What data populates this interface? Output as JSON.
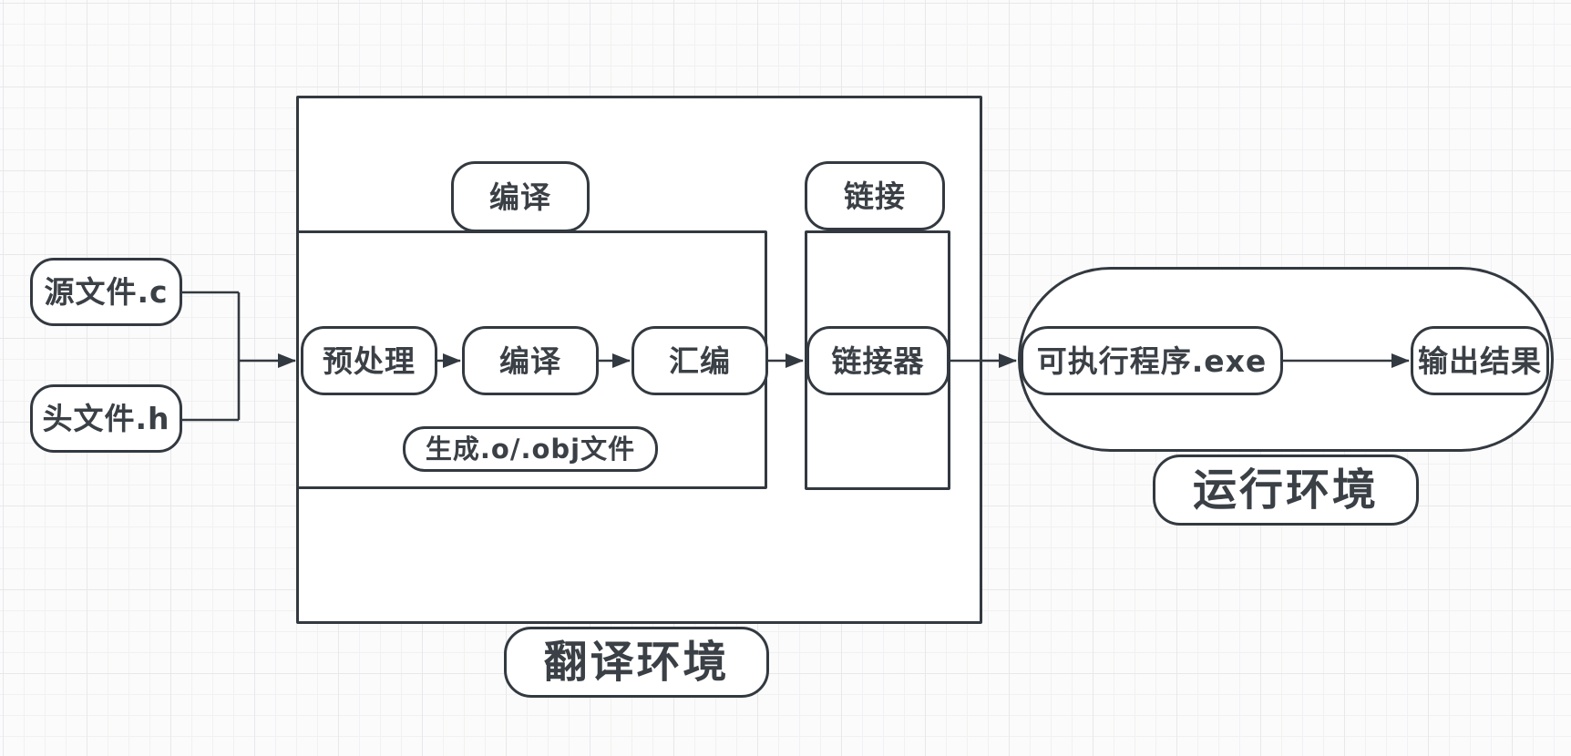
{
  "theme": {
    "stroke": "#333940",
    "text": "#3b4046",
    "shape_fill": "#ffffff",
    "canvas_bg": "#fbfbfb",
    "grid_minor": "#f1f1f3",
    "grid_major": "#e8e8ea"
  },
  "nodes": {
    "source_file": "源文件.c",
    "header_file": "头文件.h",
    "compile_section_label": "编译",
    "preprocess": "预处理",
    "compile_step": "编译",
    "assemble": "汇编",
    "obj_note": "生成.o/.obj文件",
    "link_section_label": "链接",
    "linker": "链接器",
    "executable": "可执行程序.exe",
    "output_result": "输出结果",
    "translation_env_label": "翻译环境",
    "runtime_env_label": "运行环境"
  }
}
